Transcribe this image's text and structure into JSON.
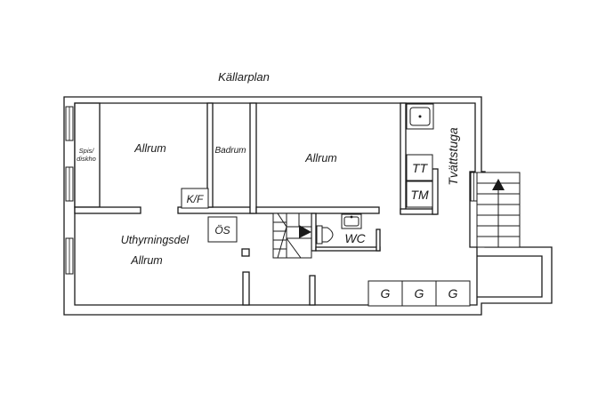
{
  "title": "Källarplan",
  "rooms": {
    "allrum_left": "Allrum",
    "badrum": "Badrum",
    "allrum_center": "Allrum",
    "spis_line1": "Spis/",
    "spis_line2": "diskho",
    "kf": "K/F",
    "os": "ÖS",
    "wc": "WC",
    "uthyrningsdel": "Uthyrningsdel",
    "allrum_lower": "Allrum",
    "tvattstuga": "Tvättstuga",
    "tt": "TT",
    "tm": "TM",
    "garage": [
      "G",
      "G",
      "G"
    ]
  },
  "icons": {
    "stair_arrow": "arrow-right-icon",
    "exterior_stair_arrow": "arrow-up-icon",
    "sink": "sink-icon",
    "toilet": "toilet-icon"
  }
}
